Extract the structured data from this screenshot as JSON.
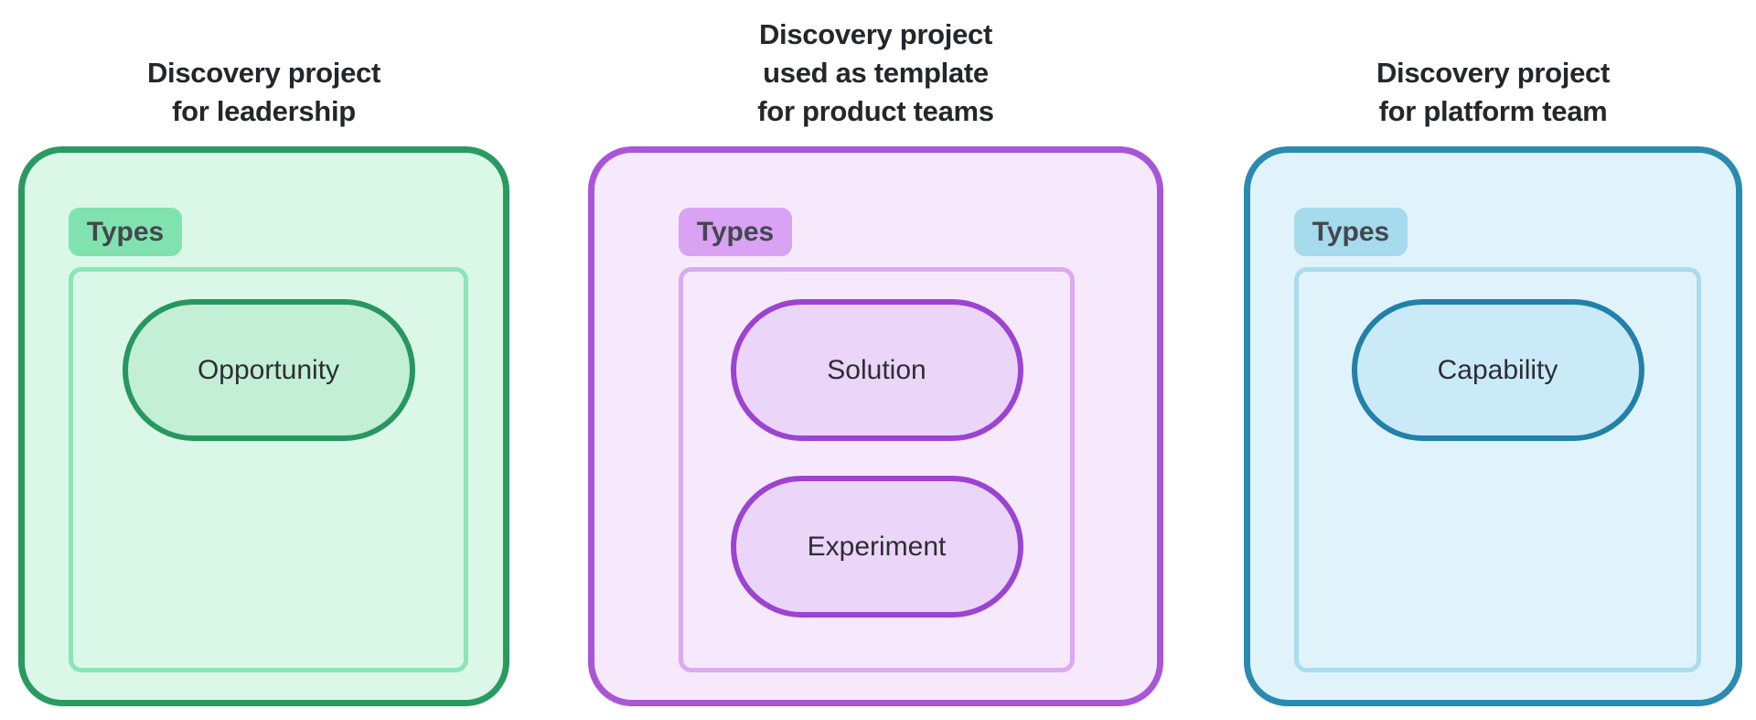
{
  "diagram": {
    "background": "#ffffff",
    "title_color": "#25262b",
    "badge_text_color": "#44474e",
    "pill_text_color": "#2c2e33",
    "panels": [
      {
        "name": "leadership",
        "title_lines": [
          "Discovery project",
          "for leadership"
        ],
        "badge_label": "Types",
        "pills": [
          "Opportunity"
        ],
        "colors": {
          "border": "#2a9a61",
          "fill": "#daf7e7",
          "badge_bg": "#80e3af",
          "inner_border": "#8be5b7",
          "pill_bg": "#c2efd6",
          "pill_border": "#279760"
        }
      },
      {
        "name": "product-template",
        "title_lines": [
          "Discovery project",
          "used as template",
          "for product teams"
        ],
        "badge_label": "Types",
        "pills": [
          "Solution",
          "Experiment"
        ],
        "colors": {
          "border": "#a855d8",
          "fill": "#f6e9fc",
          "badge_bg": "#d9a2f3",
          "inner_border": "#dba9f3",
          "pill_bg": "#ebd5f9",
          "pill_border": "#9c43d1"
        }
      },
      {
        "name": "platform",
        "title_lines": [
          "Discovery project",
          "for platform team"
        ],
        "badge_label": "Types",
        "pills": [
          "Capability"
        ],
        "colors": {
          "border": "#2b8ab0",
          "fill": "#e1f3fa",
          "badge_bg": "#a6daed",
          "inner_border": "#aadcee",
          "pill_bg": "#cbeaf7",
          "pill_border": "#2181a9"
        }
      }
    ]
  }
}
